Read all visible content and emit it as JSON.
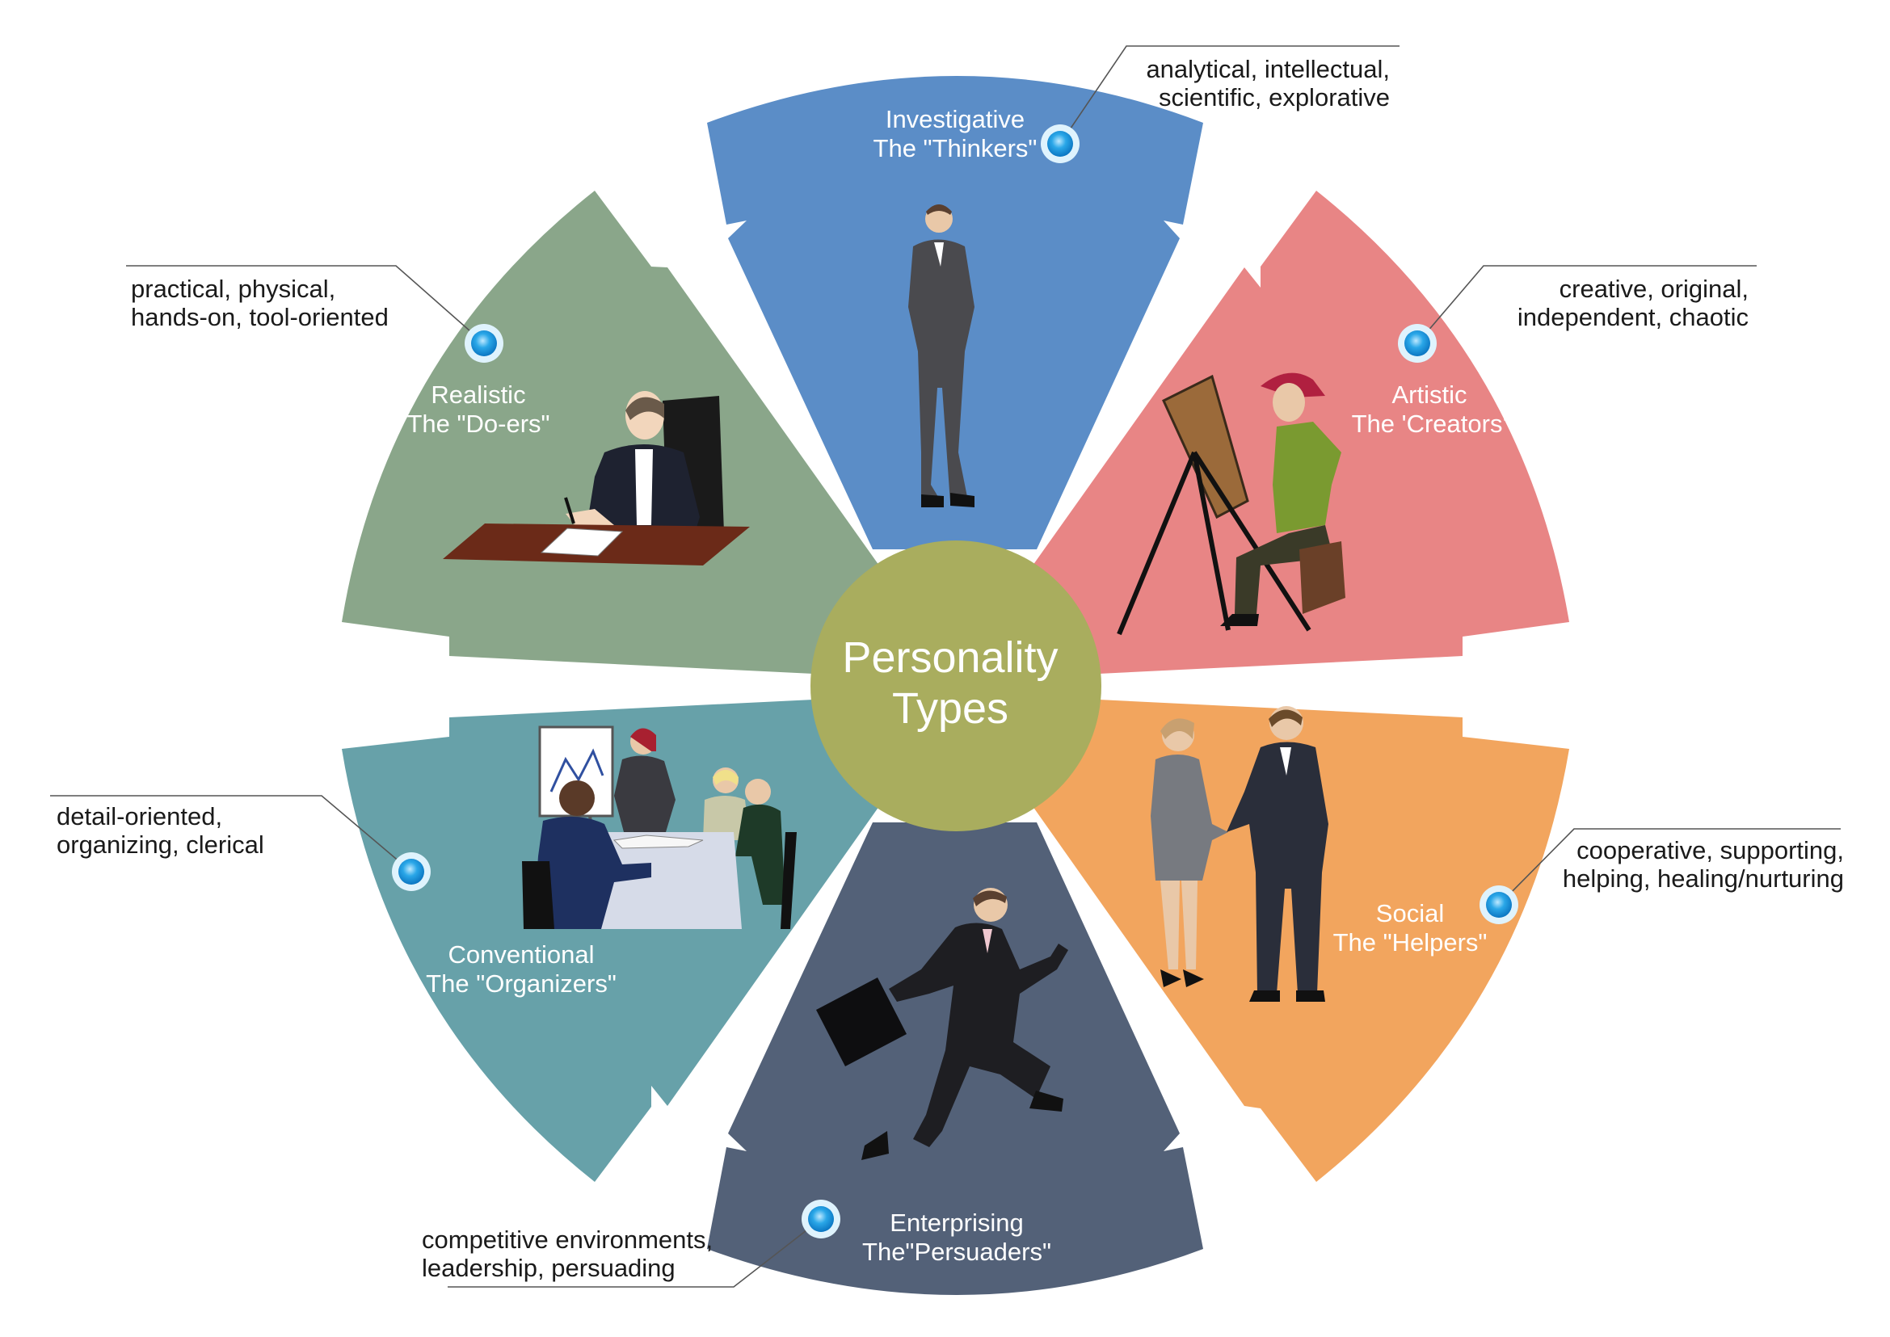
{
  "center": {
    "line1": "Personality",
    "line2": "Types",
    "color": "#a9ad5e"
  },
  "segments": [
    {
      "key": "investigative",
      "title": "Investigative",
      "subtitle": "The \"Thinkers\"",
      "color": "#5b8dc7",
      "traits": [
        "analytical,  intellectual,",
        "scientific,  explorative"
      ],
      "figure": "thinking-man-icon"
    },
    {
      "key": "artistic",
      "title": "Artistic",
      "subtitle": "The 'Creators'",
      "color": "#e88585",
      "traits": [
        "creative, original,",
        "independent, chaotic"
      ],
      "figure": "painter-easel-icon"
    },
    {
      "key": "social",
      "title": "Social",
      "subtitle": "The \"Helpers\"",
      "color": "#f2a55e",
      "traits": [
        "cooperative,  supporting,",
        "helping,   healing/nurturing"
      ],
      "figure": "handshake-icon"
    },
    {
      "key": "enterprising",
      "title": "Enterprising",
      "subtitle": "The\"Persuaders\"",
      "color": "#536178",
      "traits": [
        "competitive environments,",
        "leadership, persuading"
      ],
      "figure": "running-businessman-icon"
    },
    {
      "key": "conventional",
      "title": "Conventional",
      "subtitle": "The \"Organizers\"",
      "color": "#67a1a9",
      "traits": [
        "detail-oriented,",
        "organizing, clerical"
      ],
      "figure": "meeting-table-icon"
    },
    {
      "key": "realistic",
      "title": "Realistic",
      "subtitle": "The \"Do-ers\"",
      "color": "#8aa68a",
      "traits": [
        "practical, physical,",
        "hands-on, tool-oriented"
      ],
      "figure": "desk-worker-icon"
    }
  ],
  "marker_color": "#2aa7e8"
}
